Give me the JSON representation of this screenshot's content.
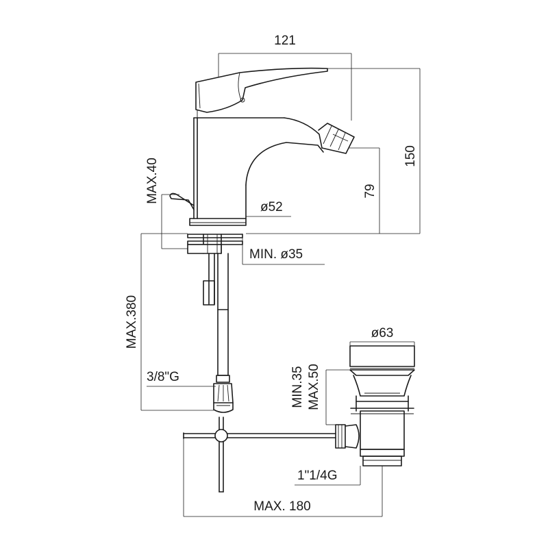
{
  "labels": {
    "width_top": "121",
    "height_total": "150",
    "spout_height": "79",
    "lever_max": "MAX.40",
    "body_diameter": "ø52",
    "hole_min": "MIN. ø35",
    "hose_max": "MAX.380",
    "hose_thread": "3/8\"G",
    "waste_diameter": "ø63",
    "waste_min": "MIN.35",
    "waste_max": "MAX.50",
    "waste_thread": "1\"1/4G",
    "rod_max": "MAX. 180"
  }
}
